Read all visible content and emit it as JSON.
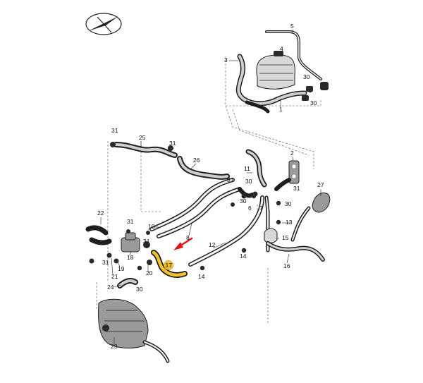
{
  "diagram": {
    "callouts": [
      "1",
      "2",
      "3",
      "4",
      "5",
      "6",
      "7",
      "8",
      "10",
      "11",
      "12",
      "13",
      "14",
      "15",
      "16",
      "17",
      "18",
      "19",
      "20",
      "21",
      "22",
      "23",
      "24",
      "25",
      "26",
      "27",
      "30",
      "31"
    ],
    "highlight_color": "#f2c230",
    "arrow_color": "#e0161b",
    "compass_icon": "compass-logo-icon"
  }
}
